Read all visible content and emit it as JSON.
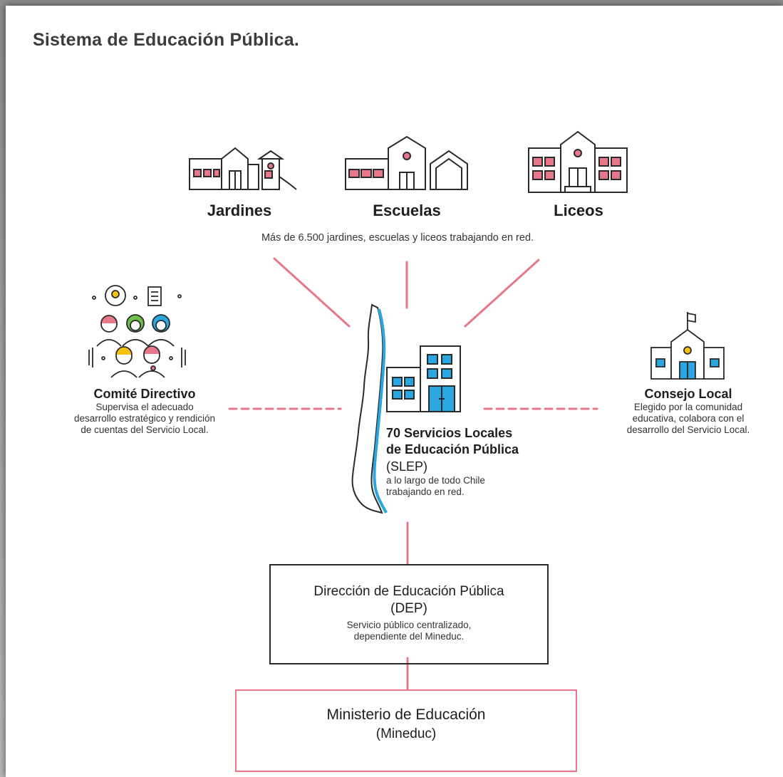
{
  "title": "Sistema de Educación Pública.",
  "schools": {
    "jardines": "Jardines",
    "escuelas": "Escuelas",
    "liceos": "Liceos",
    "caption": "Más de 6.500 jardines, escuelas y liceos trabajando en red."
  },
  "comite": {
    "title": "Comité Directivo",
    "lines": [
      "Supervisa el adecuado",
      "desarrollo estratégico y rendición",
      "de cuentas del Servicio Local."
    ]
  },
  "consejo": {
    "title": "Consejo Local",
    "lines": [
      "Elegido por la comunidad",
      "educativa, colabora con el",
      "desarrollo del Servicio Local."
    ]
  },
  "slep": {
    "title_lines": [
      "70 Servicios Locales",
      "de Educación Pública"
    ],
    "acronym": "(SLEP)",
    "desc_lines": [
      "a lo largo de todo Chile",
      "trabajando en red."
    ]
  },
  "dep": {
    "title": "Dirección de Educación Pública",
    "acronym": "(DEP)",
    "desc_lines": [
      "Servicio público centralizado,",
      "dependiente del Mineduc."
    ]
  },
  "mineduc": {
    "title": "Ministerio de Educación",
    "acronym": "(Mineduc)"
  },
  "colors": {
    "accent_pink": "#e8778a",
    "accent_blue": "#2aa7e0",
    "accent_green": "#6cbf4a",
    "accent_yellow": "#f4c20d",
    "outline": "#2a2a2a"
  }
}
